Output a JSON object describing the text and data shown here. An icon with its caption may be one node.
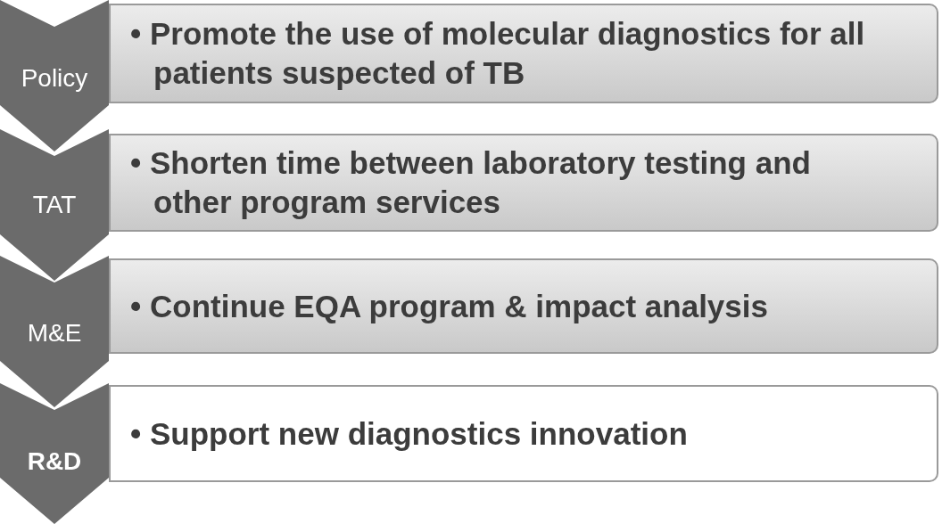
{
  "diagram": {
    "nodes": [
      {
        "text": [
          "Policy"
        ]
      },
      {
        "text": [
          "• Promote the use of molecular diagnostics for all patients suspected of TB"
        ]
      },
      {
        "text": [
          "TAT"
        ]
      },
      {
        "text": [
          "• Shorten time between laboratory testing and other program services"
        ]
      },
      {
        "text": [
          "M&E"
        ]
      },
      {
        "text": [
          "• Continue EQA program & impact analysis"
        ]
      },
      {
        "text": [
          "R&D"
        ]
      },
      {
        "text": [
          "• Support new diagnostics innovation"
        ]
      }
    ]
  }
}
